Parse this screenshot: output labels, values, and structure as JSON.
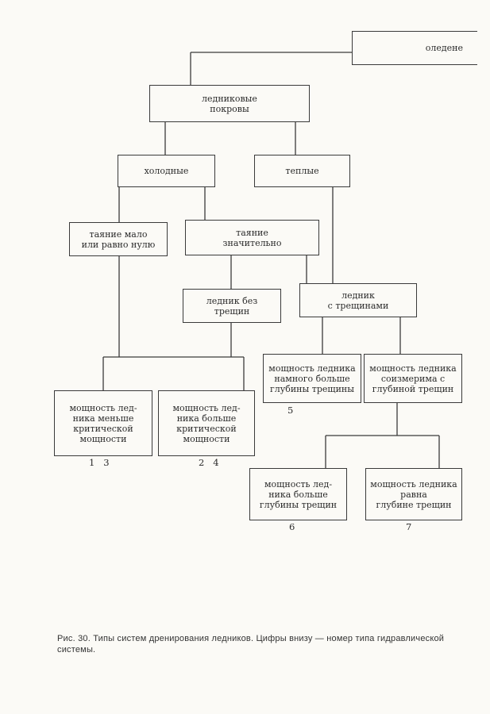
{
  "nodes": {
    "glaciation": "оледене",
    "ice_sheets": "ледниковые\nпокровы",
    "cold": "холодные",
    "warm": "теплые",
    "melt_low": "таяние мало\nили равно нулю",
    "melt_high": "таяние\nзначительно",
    "no_cracks": "ледник без\nтрещин",
    "with_cracks": "ледник\nс трещинами",
    "much_greater": "мощность ледника\nнамного больше\nглубины трещины",
    "comparable": "мощность ледника\nсоизмерима с\nглубиной трещин",
    "less_critical": "мощность лед-\nника меньше\nкритической\nмощности",
    "greater_critical": "мощность лед-\nника больше\nкритической\nмощности",
    "greater_depth": "мощность лед-\nника больше\nглубины трещин",
    "equal_depth": "мощность ледника\nравна\nглубине трещин"
  },
  "numbers": {
    "less_critical": "1   3",
    "greater_critical": "2   4",
    "much_greater": "5",
    "greater_depth": "6",
    "equal_depth": "7"
  },
  "caption": "Рис. 30. Типы систем дренирования ледников. Цифры внизу — номер типа гидравлической системы."
}
